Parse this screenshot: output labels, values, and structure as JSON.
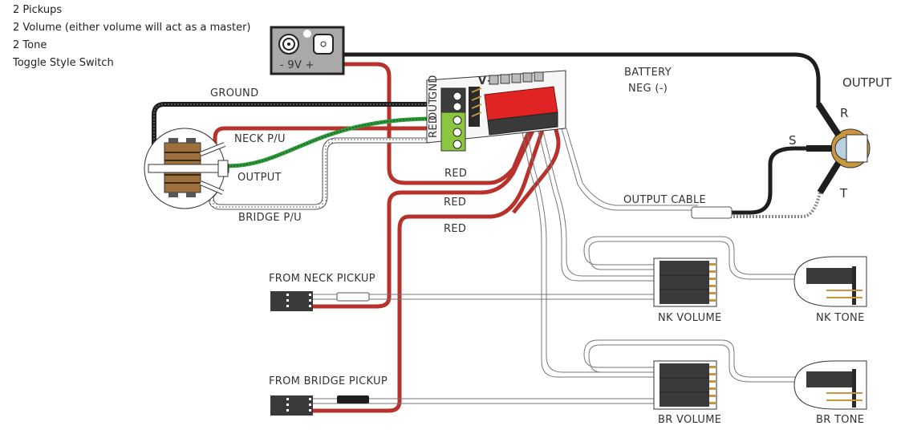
{
  "notes": [
    "2 Pickups",
    "2 Volume (either volume will act as a master)",
    "2 Tone",
    "Toggle Style Switch"
  ],
  "battery": {
    "label": "- 9V +"
  },
  "board": {
    "terminals": [
      "GND",
      "OUT",
      "RED"
    ],
    "header_label": "V+"
  },
  "labels": {
    "ground": "GROUND",
    "neck_pu": "NECK P/U",
    "switch_output": "OUTPUT",
    "bridge_pu": "BRIDGE P/U",
    "red1": "RED",
    "red2": "RED",
    "red3": "RED",
    "battery_neg_line1": "BATTERY",
    "battery_neg_line2": "NEG (-)",
    "output_jack": "OUTPUT",
    "jack_r": "R",
    "jack_s": "S",
    "jack_t": "T",
    "output_cable": "OUTPUT CABLE",
    "from_neck": "FROM NECK PICKUP",
    "from_bridge": "FROM BRIDGE PICKUP",
    "nk_volume": "NK VOLUME",
    "nk_tone": "NK TONE",
    "br_volume": "BR VOLUME",
    "br_tone": "BR TONE"
  },
  "colors": {
    "red_wire": "#b8312a",
    "black_wire": "#1e1e1e",
    "green_wire": "#2e9a3a",
    "connector_red": "#e02424",
    "terminal_green": "#8cc63f",
    "battery_gray": "#a9a9a9",
    "pot_body": "#3a3a3a",
    "brass": "#c8963e"
  }
}
